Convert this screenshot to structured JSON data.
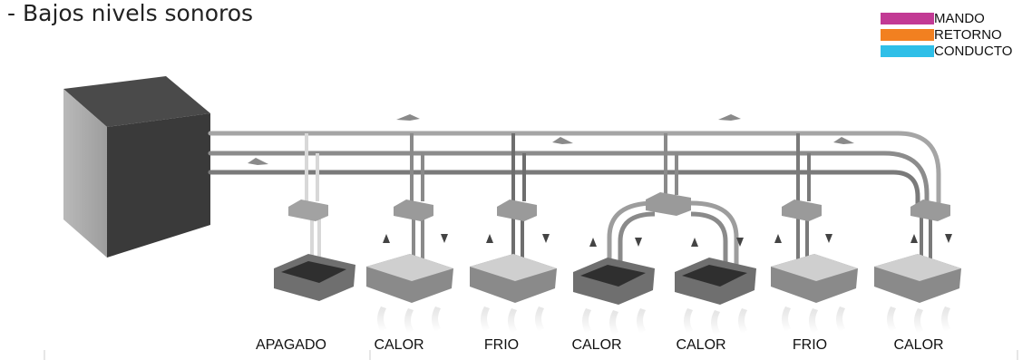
{
  "title": "- Bajos nivels sonoros",
  "legend": [
    {
      "label": "MANDO",
      "color": "#c23a94"
    },
    {
      "label": "RETORNO",
      "color": "#f28020"
    },
    {
      "label": "CONDUCTO",
      "color": "#2fbfe8"
    }
  ],
  "units": [
    {
      "label": "APAGADO",
      "type": "cassette"
    },
    {
      "label": "CALOR",
      "type": "ducted"
    },
    {
      "label": "FRIO",
      "type": "ducted"
    },
    {
      "label": "CALOR",
      "type": "cassette"
    },
    {
      "label": "CALOR",
      "type": "cassette"
    },
    {
      "label": "FRIO",
      "type": "ducted"
    },
    {
      "label": "CALOR",
      "type": "ducted"
    }
  ]
}
